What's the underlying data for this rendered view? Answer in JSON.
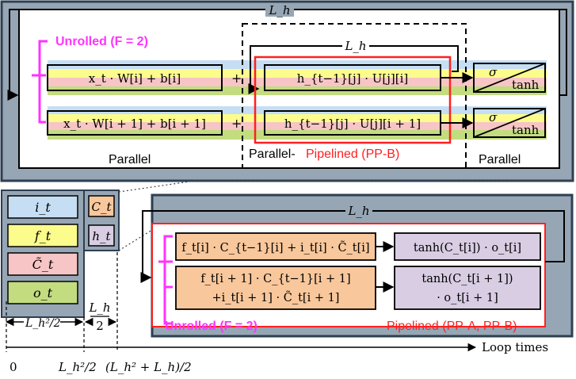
{
  "colors": {
    "frame_gray": "#97a6b4",
    "frame_dark": "#2e3f52",
    "magenta": "#ff33ff",
    "red": "#ff2020",
    "blue_band": "#c5def4",
    "yellow_band": "#fcfc8c",
    "pink_band": "#f7c5c5",
    "green_band": "#c3dc80",
    "orange_cell": "#f8c79b",
    "purple_cell": "#d8cde3"
  },
  "top": {
    "loop_label": "L_h",
    "inner_loop_label": "L_h",
    "unrolled_label": "Unrolled (F = 2)",
    "row1_input": "x_t · W[i] + b[i]",
    "row2_input": "x_t · W[i + 1] + b[i + 1]",
    "row1_recurrent": "h_{t−1}[j] · U[j][i]",
    "row2_recurrent": "h_{t−1}[j] · U[j][i + 1]",
    "plus": "+",
    "sigma": "σ",
    "tanh": "tanh",
    "label_parallel_left": "Parallel",
    "label_parallel_pipelined_a": "Parallel-",
    "label_parallel_pipelined_b": "Pipelined (PP-B)",
    "label_parallel_right": "Parallel"
  },
  "legend": {
    "gates": [
      "i_t",
      "f_t",
      "C̃_t",
      "o_t"
    ],
    "cell_state": "C_t",
    "hidden_state": "h_t"
  },
  "bottom": {
    "loop_label": "L_h",
    "row1_cell": "f_t[i] · C_{t−1}[i] + i_t[i] · C̃_t[i]",
    "row1_out": "tanh(C_t[i]) · o_t[i]",
    "row2_cell_l1": "f_t[i + 1] · C_{t−1}[i + 1]",
    "row2_cell_l2": "+i_t[i + 1] · C̃_t[i + 1]",
    "row2_out_l1": "tanh(C_t[i + 1])",
    "row2_out_l2": "· o_t[i + 1]",
    "unrolled_label": "Unrolled (F = 2)",
    "pipelined_label": "Pipelined (PP-A, PP-B)"
  },
  "timeline": {
    "axis_label": "Loop times",
    "seg1": "L_h²/2",
    "seg2_num": "L_h",
    "seg2_den": "2",
    "tick0": "0",
    "tick1": "L_h²/2",
    "tick2": "(L_h² + L_h)/2"
  }
}
